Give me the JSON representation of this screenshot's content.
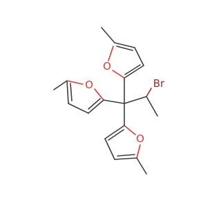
{
  "molecule": {
    "atoms": {
      "o_top": {
        "symbol": "O",
        "color": "#e8352d"
      },
      "o_left": {
        "symbol": "O",
        "color": "#e8352d"
      },
      "o_bottom": {
        "symbol": "O",
        "color": "#e8352d"
      },
      "br": {
        "symbol": "Br",
        "color": "#a52a2a"
      }
    },
    "bond_color": "#3d3d3d"
  }
}
